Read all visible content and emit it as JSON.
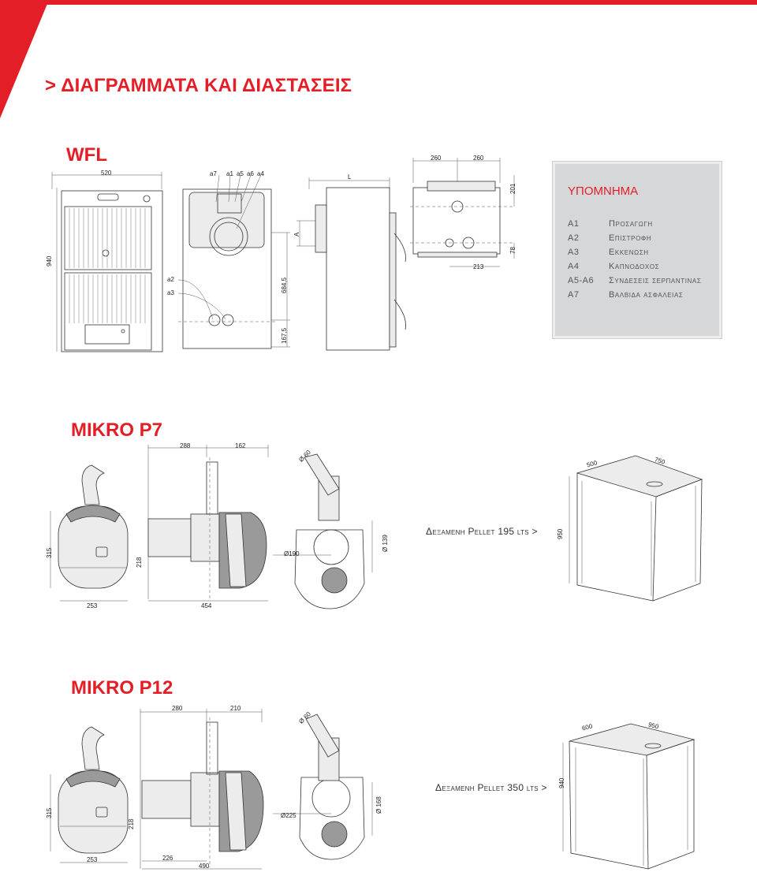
{
  "header": {
    "title": "> ΔΙΑΓΡΑΜΜΑΤΑ ΚΑΙ ΔΙΑΣΤΑΣΕΙΣ",
    "accent": "#e41e26"
  },
  "wfl": {
    "title": "WFL",
    "dims": {
      "width": "520",
      "height": "940",
      "depth": "L",
      "a_mark": "A",
      "top_left": "260",
      "top_right": "260",
      "right_201": "201",
      "right_78": "78",
      "bottom_213": "213",
      "h_684": "684,5",
      "h_167": "167,5"
    },
    "callouts": [
      "a7",
      "a1",
      "a5",
      "a6",
      "a4",
      "a2",
      "a3"
    ]
  },
  "legend": {
    "title": "ΥΠΟΜΝΗΜΑ",
    "items": [
      {
        "code": "Α1",
        "label": "Προσαγωγη"
      },
      {
        "code": "Α2",
        "label": "Επιστροφη"
      },
      {
        "code": "Α3",
        "label": "Εκκενωση"
      },
      {
        "code": "Α4",
        "label": "Καπνοδοχος"
      },
      {
        "code": "Α5-Α6",
        "label": "Συνδεσεις σερπαντινας"
      },
      {
        "code": "Α7",
        "label": "Βαλβιδα ασφαλειας"
      }
    ]
  },
  "p7": {
    "title": "MIKRO P7",
    "dims": {
      "d288": "288",
      "d162": "162",
      "d315": "315",
      "d218": "218",
      "d253": "253",
      "d454": "454",
      "d190": "Ø190",
      "d139": "Ø 139",
      "d60": "Ø 60",
      "t500": "500",
      "t750": "750",
      "t950": "950"
    },
    "tank_label": "Δεξαμενη Pellet 195 lts >"
  },
  "p12": {
    "title": "MIKRO P12",
    "dims": {
      "d280": "280",
      "d210": "210",
      "d315": "315",
      "d218": "218",
      "d253": "253",
      "d226": "226",
      "d490": "490",
      "d225": "Ø225",
      "d168": "Ø 168",
      "d60": "Ø 60",
      "t600": "600",
      "t950": "950",
      "t940": "940"
    },
    "tank_label": "Δεξαμενη Pellet 350 lts >"
  }
}
